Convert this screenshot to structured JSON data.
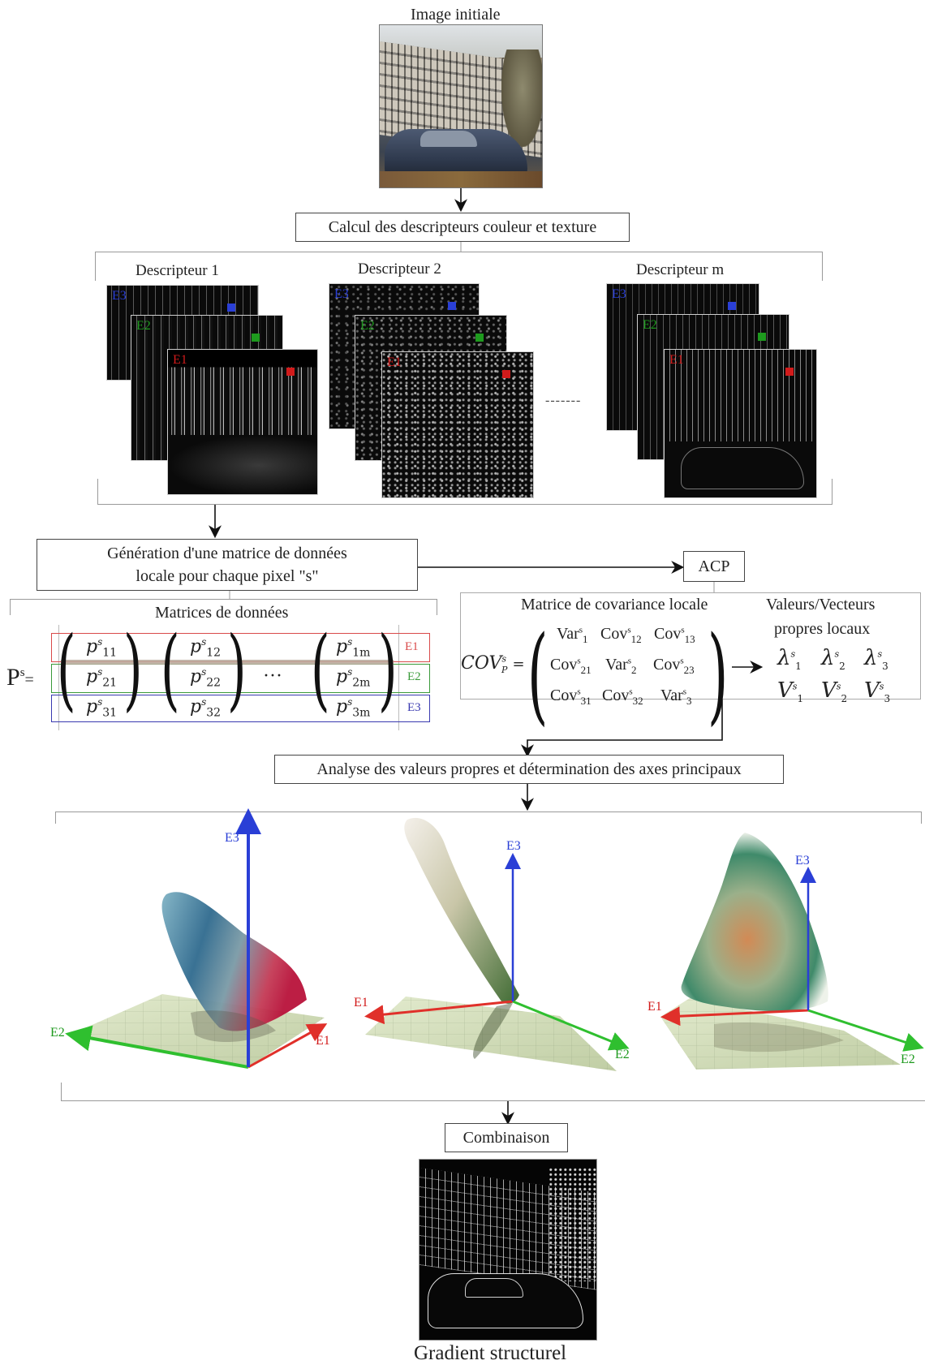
{
  "stages": {
    "initial_image_label": "Image initiale",
    "descriptor_calc": "Calcul des descripteurs couleur et texture",
    "matrix_generation_line1": "Génération d'une matrice de données",
    "matrix_generation_line2": "locale pour chaque pixel \"s\"",
    "acp": "ACP",
    "eigen_analysis": "Analyse des valeurs propres et détermination des axes principaux",
    "combination": "Combinaison",
    "final_label": "Gradient structurel"
  },
  "descriptors": [
    {
      "title": "Descripteur 1"
    },
    {
      "title": "Descripteur 2"
    },
    {
      "title": "Descripteur m"
    }
  ],
  "dash_ellipsis": "-------",
  "channels": [
    {
      "label": "E3",
      "color": "#2a3fd6"
    },
    {
      "label": "E2",
      "color": "#1e9a1e"
    },
    {
      "label": "E1",
      "color": "#d21b1b"
    }
  ],
  "data_matrix": {
    "title": "Matrices de données",
    "lhs": "P",
    "lhs_sup": "s",
    "eq": "=",
    "columns": [
      [
        "p",
        "11",
        "p",
        "21",
        "p",
        "31"
      ],
      [
        "p",
        "12",
        "p",
        "22",
        "p",
        "32"
      ],
      [
        "p",
        "1m",
        "p",
        "2m",
        "p",
        "3m"
      ]
    ],
    "sup": "s",
    "ellipsis": "···",
    "row_labels": [
      "E1",
      "E2",
      "E3"
    ],
    "row_colors": [
      "#d94a4a",
      "#3a9a3a",
      "#3a3ab0"
    ]
  },
  "covariance": {
    "title": "Matrice de covariance locale",
    "lhs": "COV",
    "lhs_sub": "P",
    "lhs_sup": "s",
    "eq": "=",
    "cells": [
      [
        "Var",
        "1",
        "Cov",
        "12",
        "Cov",
        "13"
      ],
      [
        "Cov",
        "21",
        "Var",
        "2",
        "Cov",
        "23"
      ],
      [
        "Cov",
        "31",
        "Cov",
        "32",
        "Var",
        "3"
      ]
    ],
    "sup": "s"
  },
  "eigen": {
    "title_line1": "Valeurs/Vecteurs",
    "title_line2": "propres locaux",
    "values": [
      "λ",
      "λ",
      "λ"
    ],
    "vectors": [
      "V",
      "V",
      "V"
    ],
    "indices": [
      "1",
      "2",
      "3"
    ],
    "sup": "s"
  },
  "plots": [
    {
      "axes": [
        "E3",
        "E2",
        "E1"
      ]
    },
    {
      "axes": [
        "E3",
        "E1",
        "E2"
      ]
    },
    {
      "axes": [
        "E3",
        "E1",
        "E2"
      ]
    }
  ],
  "axis_colors": {
    "E1": "#e0302a",
    "E2": "#2fbf2f",
    "E3": "#2a3fd6"
  }
}
